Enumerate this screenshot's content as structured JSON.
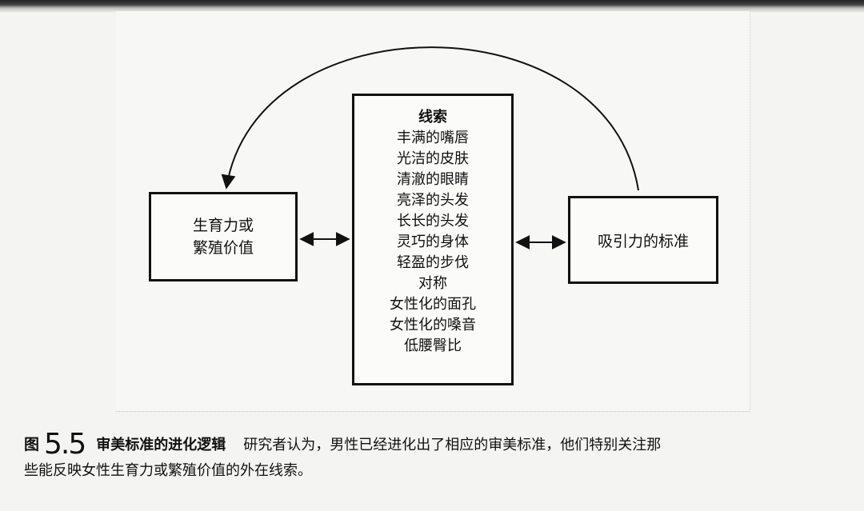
{
  "left_box": {
    "line1": "生育力或",
    "line2": "繁殖价值"
  },
  "right_box": {
    "label": "吸引力的标准"
  },
  "center_box": {
    "title": "线索",
    "items": [
      "丰满的嘴唇",
      "光洁的皮肤",
      "清澈的眼睛",
      "亮泽的头发",
      "长长的头发",
      "灵巧的身体",
      "轻盈的步伐",
      "对称",
      "女性化的面孔",
      "女性化的嗓音",
      "低腰臀比"
    ]
  },
  "caption": {
    "label": "图",
    "number": "5.5",
    "title": "审美标准的进化逻辑",
    "text_line1": "研究者认为，男性已经进化出了相应的审美标准，他们特别关注那",
    "text_line2": "些能反映女性生育力或繁殖价值的外在线索。"
  }
}
